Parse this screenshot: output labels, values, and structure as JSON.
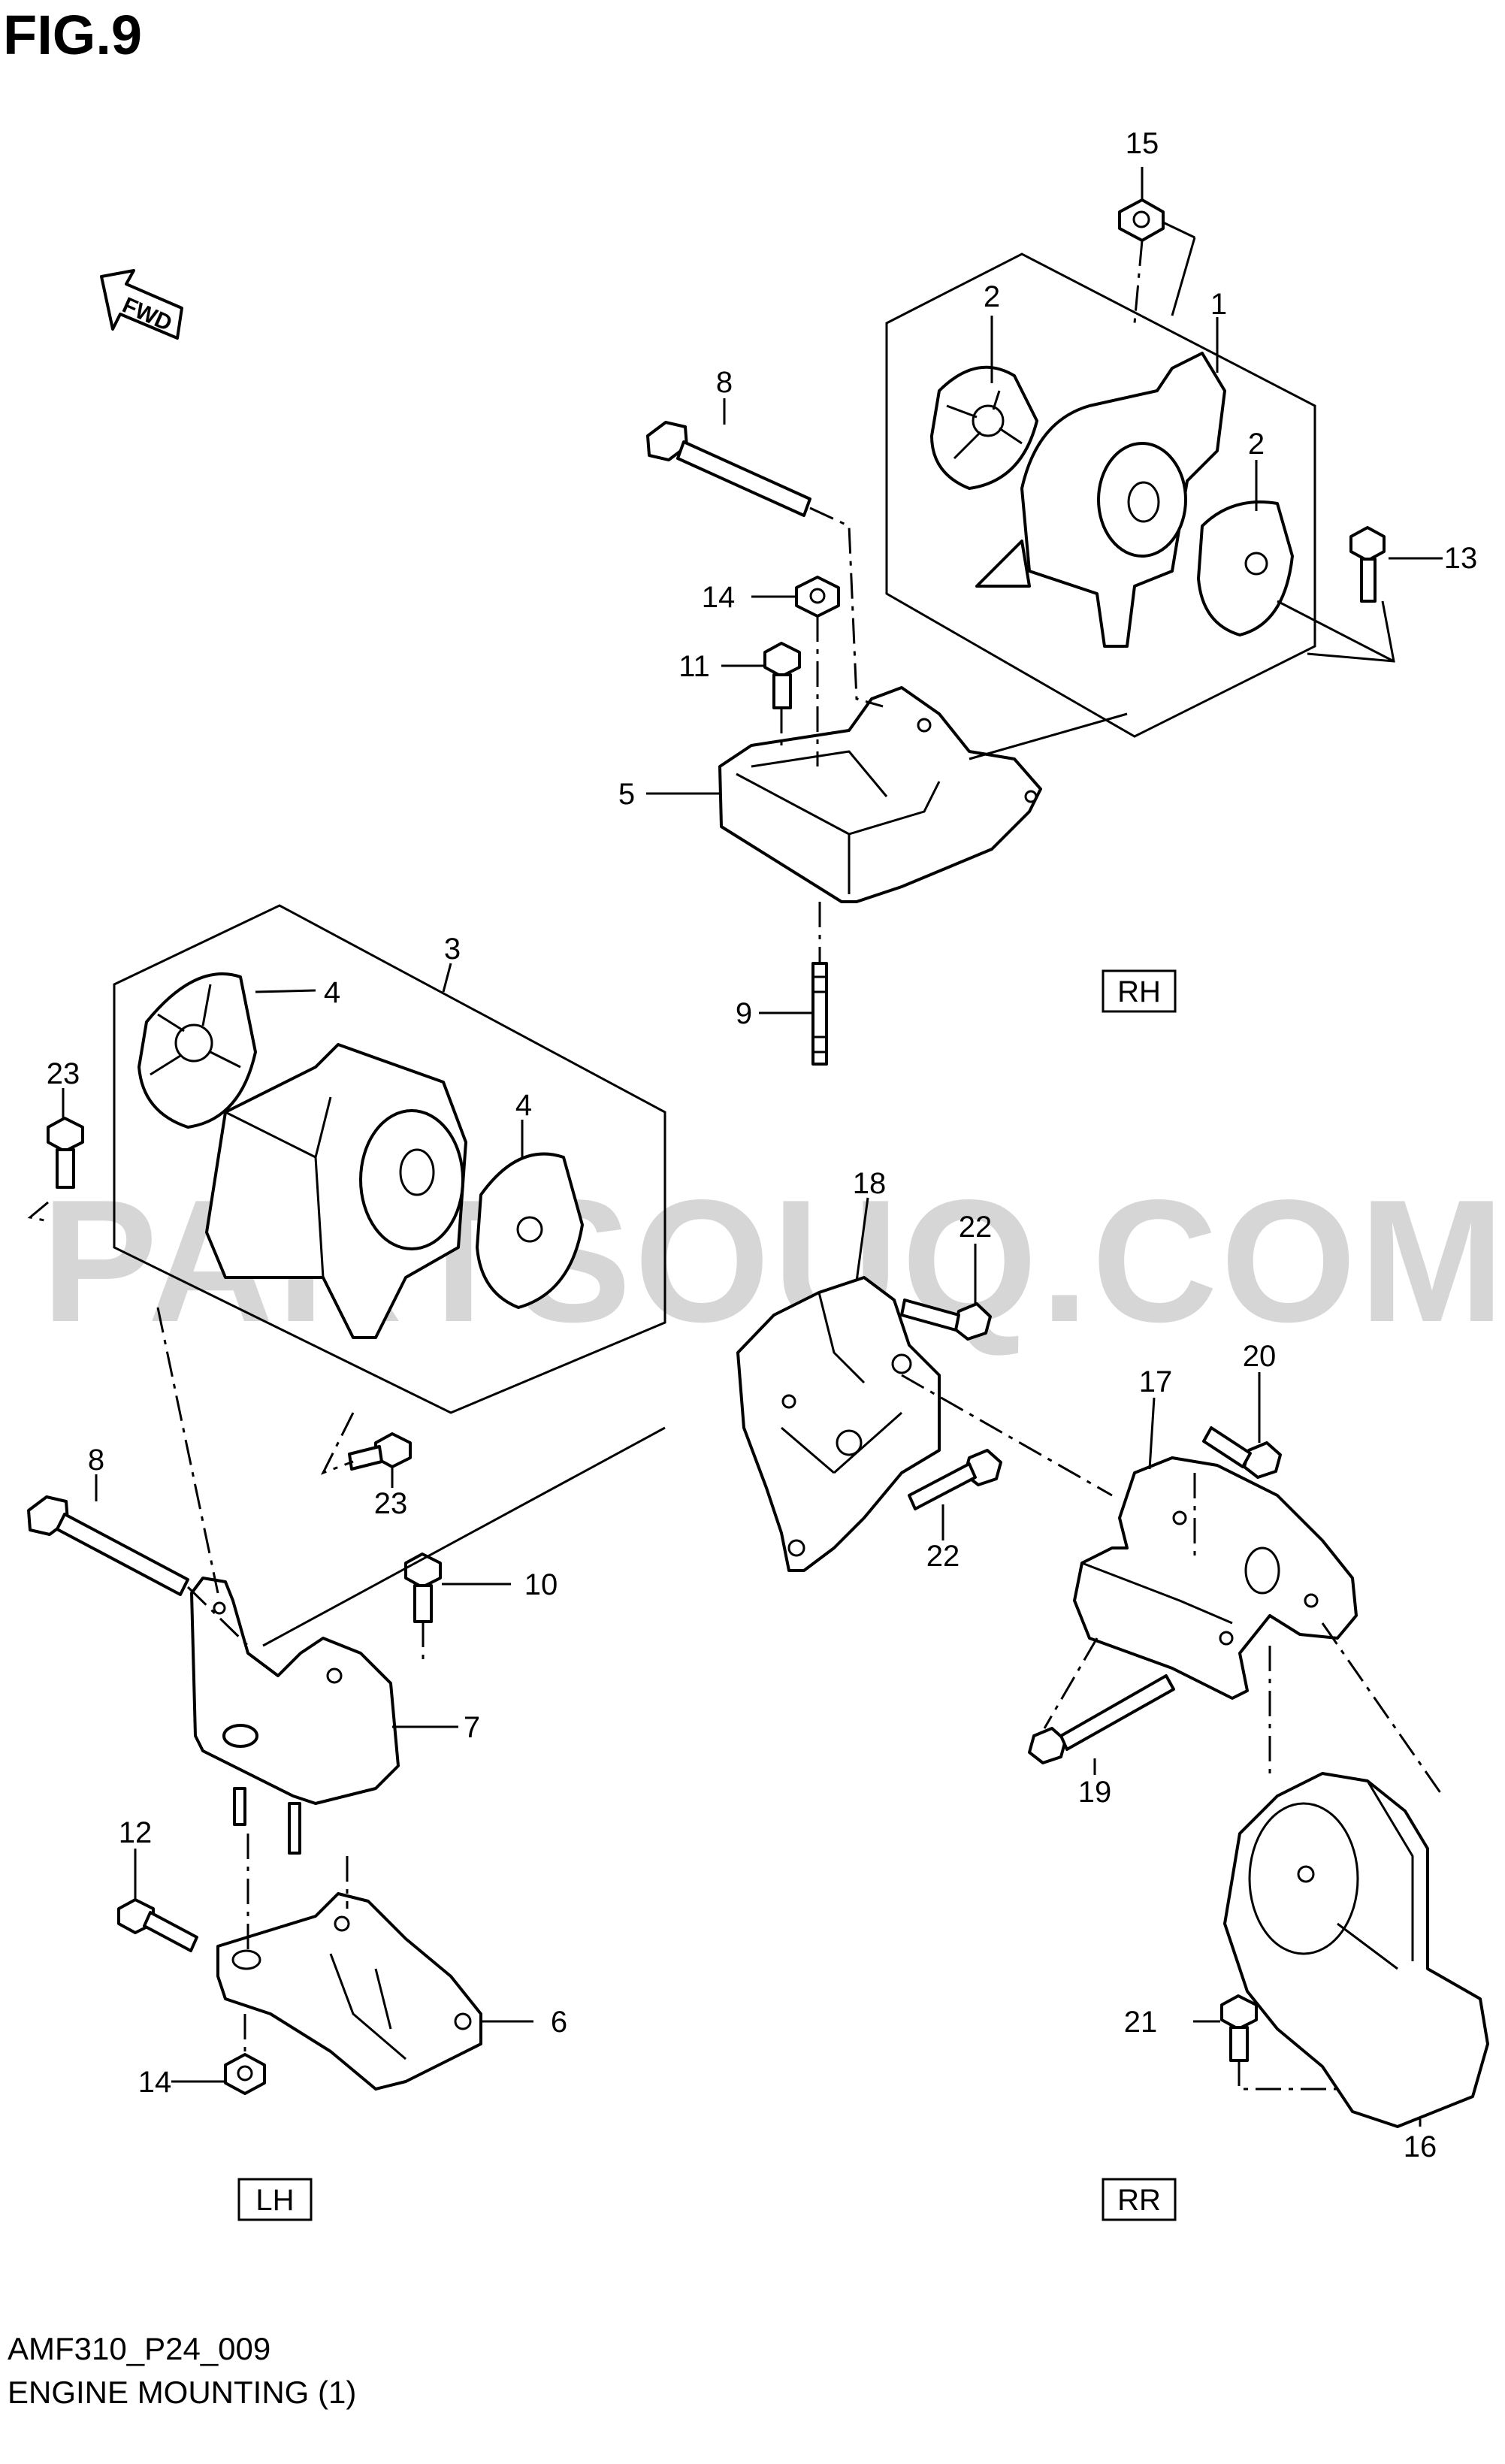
{
  "figure": {
    "title": "FIG.9",
    "code": "AMF310_P24_009",
    "caption": "ENGINE MOUNTING (1)",
    "direction_label": "FWD",
    "watermark": "PARTSOUQ.COM"
  },
  "group_labels": {
    "rh": "RH",
    "lh": "LH",
    "rr": "RR"
  },
  "callouts": {
    "c1": "1",
    "c2a": "2",
    "c2b": "2",
    "c3": "3",
    "c4a": "4",
    "c4b": "4",
    "c5": "5",
    "c6": "6",
    "c7": "7",
    "c8a": "8",
    "c8b": "8",
    "c9": "9",
    "c10": "10",
    "c11": "11",
    "c12": "12",
    "c13": "13",
    "c14a": "14",
    "c14b": "14",
    "c15": "15",
    "c16": "16",
    "c17": "17",
    "c18": "18",
    "c19": "19",
    "c20": "20",
    "c21": "21",
    "c22a": "22",
    "c22b": "22",
    "c23a": "23",
    "c23b": "23"
  }
}
